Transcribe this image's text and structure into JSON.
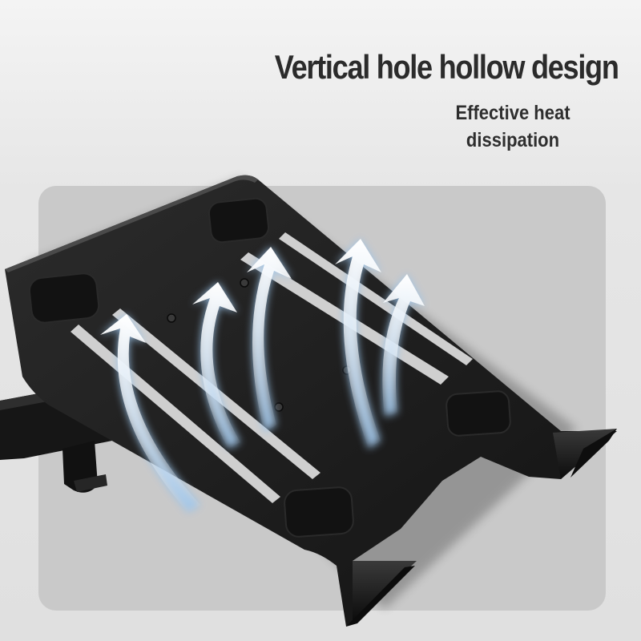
{
  "headline": "Vertical hole hollow design",
  "subline": [
    "Effective heat",
    "dissipation"
  ],
  "colors": {
    "background": "#e4e4e4",
    "panel": "#c9c9c9",
    "tray": "#1e1e1e",
    "pad": "#141414",
    "arrow_glow": "#9cc4ea",
    "text": "#2b2b2b"
  },
  "icons": [
    "laptop-tray",
    "mounting-arm",
    "rubber-pad",
    "screw-hole",
    "heat-flow-arrow"
  ]
}
